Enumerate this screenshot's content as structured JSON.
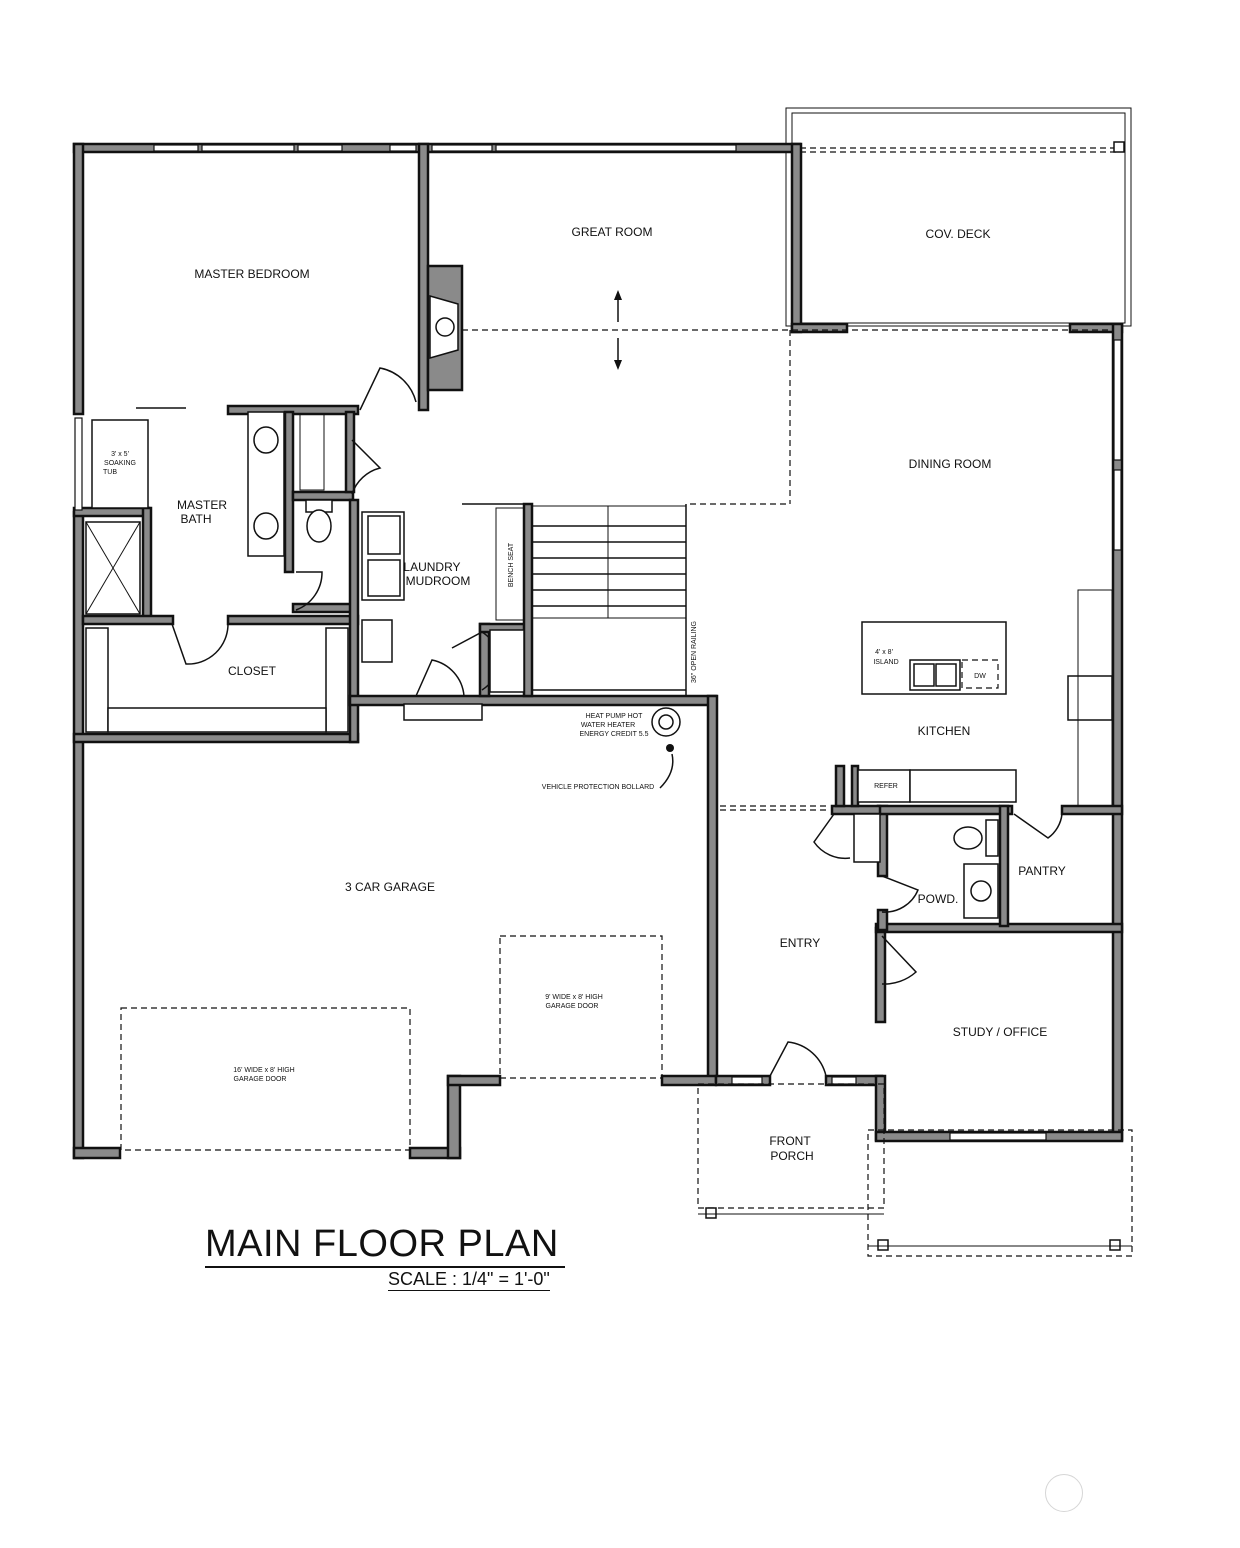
{
  "title": "MAIN FLOOR PLAN",
  "scale": "SCALE : 1/4\" = 1'-0\"",
  "rooms": {
    "master_bedroom": "MASTER BEDROOM",
    "great_room": "GREAT ROOM",
    "cov_deck": "COV. DECK",
    "dining_room": "DINING ROOM",
    "master_bath_1": "MASTER",
    "master_bath_2": "BATH",
    "laundry_1": "LAUNDRY",
    "laundry_2": "MUDROOM",
    "closet": "CLOSET",
    "kitchen": "KITCHEN",
    "garage": "3 CAR GARAGE",
    "entry": "ENTRY",
    "pantry": "PANTRY",
    "powder": "POWD.",
    "study": "STUDY / OFFICE",
    "front_porch_1": "FRONT",
    "front_porch_2": "PORCH"
  },
  "notes": {
    "tub_1": "3' x 5'",
    "tub_2": "SOAKING",
    "tub_3": "TUB",
    "bench_seat": "BENCH SEAT",
    "open_railing": "36\" OPEN RAILING",
    "island_1": "4' x 8'",
    "island_2": "ISLAND",
    "dishwasher": "DW",
    "refer": "REFER",
    "water_heater_1": "HEAT PUMP HOT",
    "water_heater_2": "WATER HEATER",
    "water_heater_3": "ENERGY CREDIT 5.5",
    "bollard": "VEHICLE PROTECTION BOLLARD",
    "garage_door_large_1": "16' WIDE x 8' HIGH",
    "garage_door_large_2": "GARAGE DOOR",
    "garage_door_small_1": "9' WIDE x 8' HIGH",
    "garage_door_small_2": "GARAGE DOOR"
  }
}
